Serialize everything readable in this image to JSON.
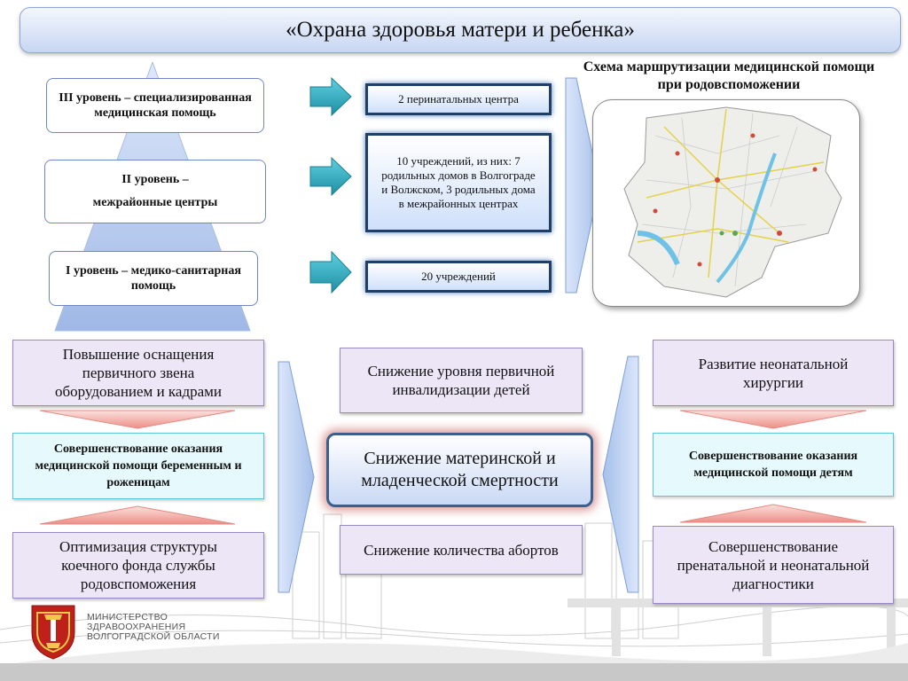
{
  "title": "«Охрана здоровья матери и ребенка»",
  "levels": [
    {
      "text": "III уровень – специализированная медицинская помощь"
    },
    {
      "text": "II уровень – межрайонные центры"
    },
    {
      "text": "I уровень – медико-санитарная помощь"
    }
  ],
  "institutions": [
    {
      "text": "2 перинатальных центра"
    },
    {
      "text": "10 учреждений, из них: 7 родильных домов в Волгограде и Волжском, 3 родильных дома в межрайонных центрах"
    },
    {
      "text": "20 учреждений"
    }
  ],
  "map": {
    "title": "Схема маршрутизации медицинской помощи при родовспоможении"
  },
  "left_column": {
    "top": "Повышение оснащения первичного звена оборудованием и кадрами",
    "middle": "Совершенствование  оказания медицинской помощи беременным и роженицам",
    "bottom": "Оптимизация структуры коечного фонда службы родовспоможения"
  },
  "center_column": {
    "top": "Снижение уровня первичной инвалидизации детей",
    "main": "Снижение материнской и младенческой смертности",
    "bottom": "Снижение количества абортов"
  },
  "right_column": {
    "top": "Развитие неонатальной хирургии",
    "middle": "Совершенствование оказания медицинской помощи детям",
    "bottom": "Совершенствование пренатальной и неонатальной диагностики"
  },
  "ministry": {
    "line1": "МИНИСТЕРСТВО",
    "line2": "ЗДРАВООХРАНЕНИЯ",
    "line3": "ВОЛГОГРАДСКОЙ ОБЛАСТИ"
  },
  "colors": {
    "accent_blue": "#4f81bd",
    "purple_box": "#ece6f7",
    "cyan_box": "#e6fafd",
    "salmon_arrow": "#f4a6a0",
    "emblem_red": "#c0201a"
  }
}
